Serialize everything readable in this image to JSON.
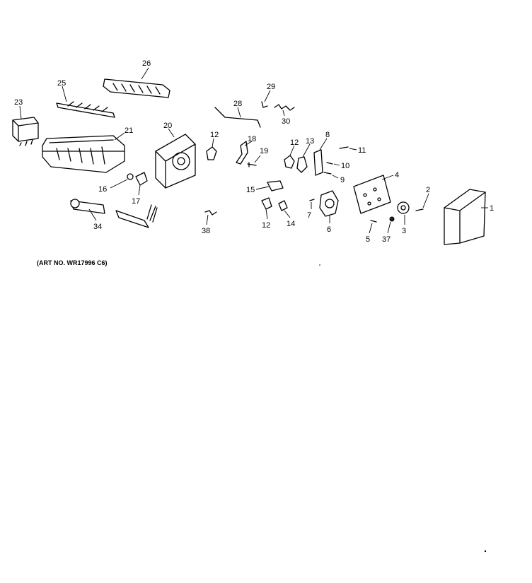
{
  "art_number": "(ART NO. WR17996 C6)",
  "labels": {
    "p1": "1",
    "p2": "2",
    "p3": "3",
    "p4": "4",
    "p5": "5",
    "p6": "6",
    "p7": "7",
    "p8": "8",
    "p9": "9",
    "p10": "10",
    "p11": "11",
    "p12a": "12",
    "p12b": "12",
    "p12c": "12",
    "p13": "13",
    "p14": "14",
    "p15": "15",
    "p16": "16",
    "p17": "17",
    "p18": "18",
    "p19": "19",
    "p20": "20",
    "p21": "21",
    "p23": "23",
    "p25": "25",
    "p26": "26",
    "p28": "28",
    "p29": "29",
    "p30": "30",
    "p34": "34",
    "p37": "37",
    "p38": "38"
  }
}
